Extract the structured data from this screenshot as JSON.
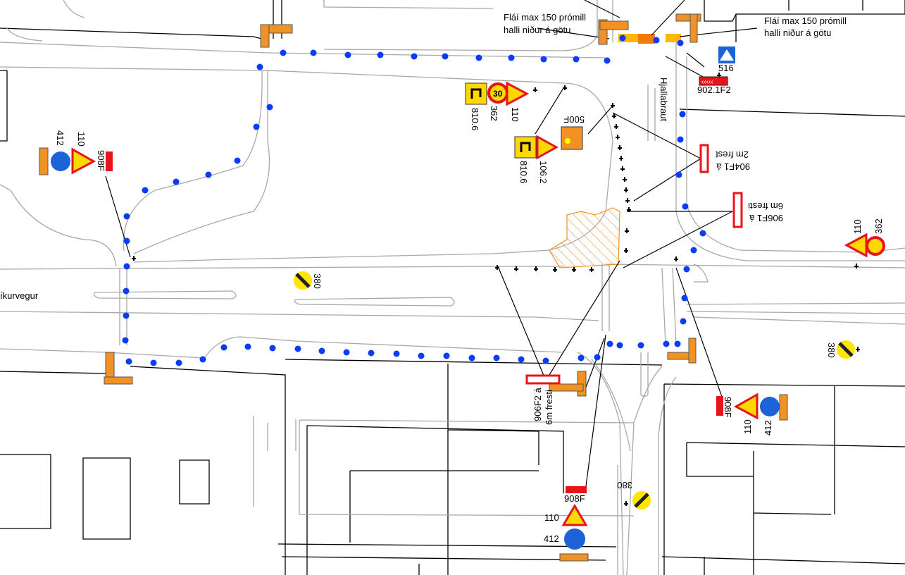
{
  "streets": {
    "west": "íkurvegur",
    "north": "Hjallabraut"
  },
  "notes": [
    {
      "line1": "Fláí max 150 prómill",
      "line2": "halli niður á götu"
    },
    {
      "line1": "Fláí max 150 prómill",
      "line2": "halli niður á götu"
    }
  ],
  "signs": {
    "crosswalk": "516",
    "chevron_board": "902.1F2",
    "top_turn_a": "810.6",
    "top_speed_a": "362",
    "top_work_a": "110",
    "top_lightsign": "500F",
    "top_turn_b": "810.6",
    "top_yield_b": "106.2",
    "barrier_904": {
      "line1": "904F1 á",
      "line2": "2m frest"
    },
    "barrier_906_east": {
      "line1": "906F1 á",
      "line2": "6m fresti"
    },
    "east_work": "110",
    "east_speed": "362",
    "west_pass": "412",
    "west_work": "110",
    "west_barrier": "908F",
    "mid_end_speed": "380",
    "east_end_speed": "380",
    "south_barrier_906": {
      "line1": "906F2 á",
      "line2": "6m fresti"
    },
    "se_barrier": "908F",
    "se_work": "110",
    "se_pass": "412",
    "s_barrier": "908F",
    "s_work": "110",
    "s_pass": "412",
    "s_end_speed": "380"
  },
  "colors": {
    "walkway_dot": "#0a3cff",
    "work_zone": "#f39224",
    "sign_red": "#e8141b",
    "sign_yellow": "#ffe600",
    "sign_blue": "#1b63d6"
  }
}
